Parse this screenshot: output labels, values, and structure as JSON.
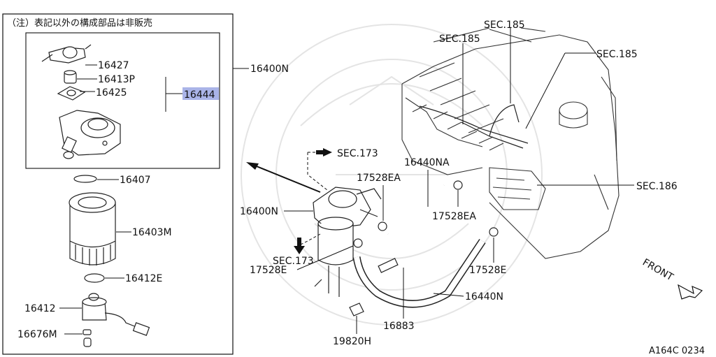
{
  "note": "（注）表記以外の構成部品は非販売",
  "assembly": {
    "label": "16400N",
    "kit_label": "16444",
    "highlight_color": "#aab4e8"
  },
  "parts": {
    "p16427": "16427",
    "p16413P": "16413P",
    "p16425": "16425",
    "p16407": "16407",
    "p16403M": "16403M",
    "p16412E": "16412E",
    "p16412": "16412",
    "p16676M": "16676M"
  },
  "main_labels": {
    "sec185_top": "SEC.185",
    "sec185_mid": "SEC.185",
    "sec185_right": "SEC.185",
    "sec173_top": "SEC.173",
    "sec173_bottom": "SEC.173",
    "sec186": "SEC.186",
    "p17528EA_left": "17528EA",
    "p17528EA_right": "17528EA",
    "p16440NA": "16440NA",
    "p16400N_main": "16400N",
    "p17528E_left": "17528E",
    "p17528E_right": "17528E",
    "p16440N": "16440N",
    "p16883": "16883",
    "p19820H": "19820H",
    "front": "FRONT"
  },
  "figure_code": "A164C 0234"
}
